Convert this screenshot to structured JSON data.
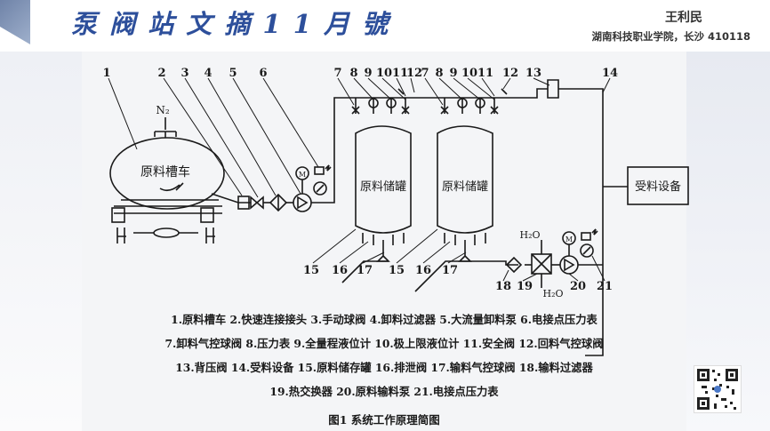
{
  "header": {
    "brand": "泵 阀 站 文 摘 1 1 月 號",
    "author": "王利民",
    "affiliation": "湖南科技职业学院，长沙 410118"
  },
  "diagram": {
    "callouts": [
      "1",
      "2",
      "3",
      "4",
      "5",
      "6",
      "7",
      "8",
      "9",
      "10",
      "11",
      "12",
      "7",
      "8",
      "9",
      "10",
      "11",
      "12",
      "13",
      "14",
      "15",
      "16",
      "17",
      "15",
      "16",
      "17",
      "18",
      "19",
      "20",
      "21"
    ],
    "labels": {
      "tanker": "原料槽车",
      "nitrogen": "N₂",
      "tank": "原料储罐",
      "receiver": "受料设备",
      "water_in": "H₂O",
      "water_out": "H₂O"
    }
  },
  "legend": [
    "1.原料槽车  2.快速连接接头  3.手动球阀  4.卸料过滤器  5.大流量卸料泵  6.电接点压力表",
    "7.卸料气控球阀 8.压力表  9.全量程液位计  10.极上限液位计  11.安全阀 12.回料气控球阀",
    "13.背压阀  14.受料设备  15.原料储存罐  16.排泄阀  17.输料气控球阀  18.输料过滤器",
    "19.热交换器  20.原料输料泵  21.电接点压力表"
  ],
  "caption": "图1  系统工作原理简图",
  "colors": {
    "brand": "#2d4f9b",
    "line": "#1a1a1a",
    "panel": "#f4f5f7"
  }
}
